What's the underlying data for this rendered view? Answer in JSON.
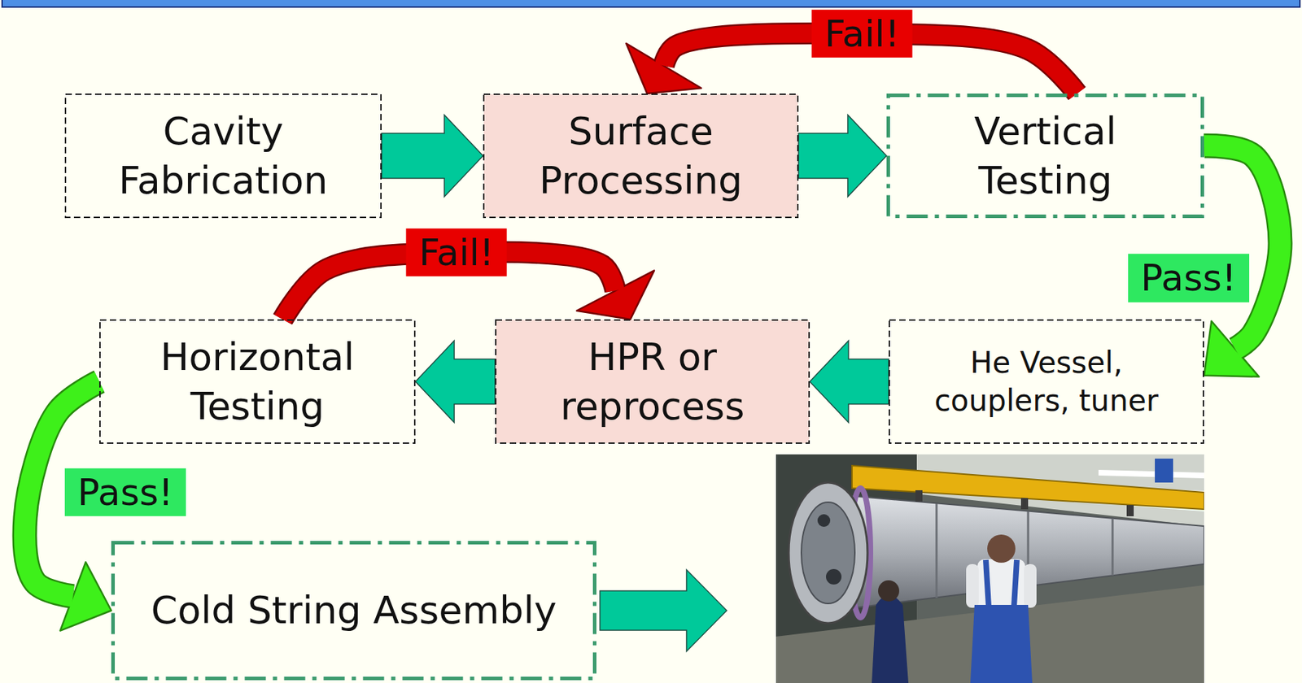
{
  "diagram": {
    "nodes": [
      {
        "text": [
          "Cavity Fabrication"
        ]
      },
      {
        "text": [
          "Surface Processing"
        ]
      },
      {
        "text": [
          "Vertical Testing"
        ]
      },
      {
        "text": [
          "He Vessel, couplers, tuner"
        ]
      },
      {
        "text": [
          "HPR or reprocess"
        ]
      },
      {
        "text": [
          "Horizontal Testing"
        ]
      },
      {
        "text": [
          "Cold String Assembly"
        ]
      }
    ],
    "edges": [
      {
        "from": 0,
        "to": 1,
        "arrow": "to"
      },
      {
        "from": 1,
        "to": 2,
        "arrow": "to"
      },
      {
        "from": 2,
        "to": 1,
        "arrow": "to",
        "label": "Fail!"
      },
      {
        "from": 2,
        "to": 3,
        "arrow": "to",
        "label": "Pass!"
      },
      {
        "from": 3,
        "to": 4,
        "arrow": "to"
      },
      {
        "from": 4,
        "to": 5,
        "arrow": "to"
      },
      {
        "from": 5,
        "to": 4,
        "arrow": "to",
        "label": "Fail!"
      },
      {
        "from": 5,
        "to": 6,
        "arrow": "to",
        "label": "Pass!"
      }
    ]
  }
}
